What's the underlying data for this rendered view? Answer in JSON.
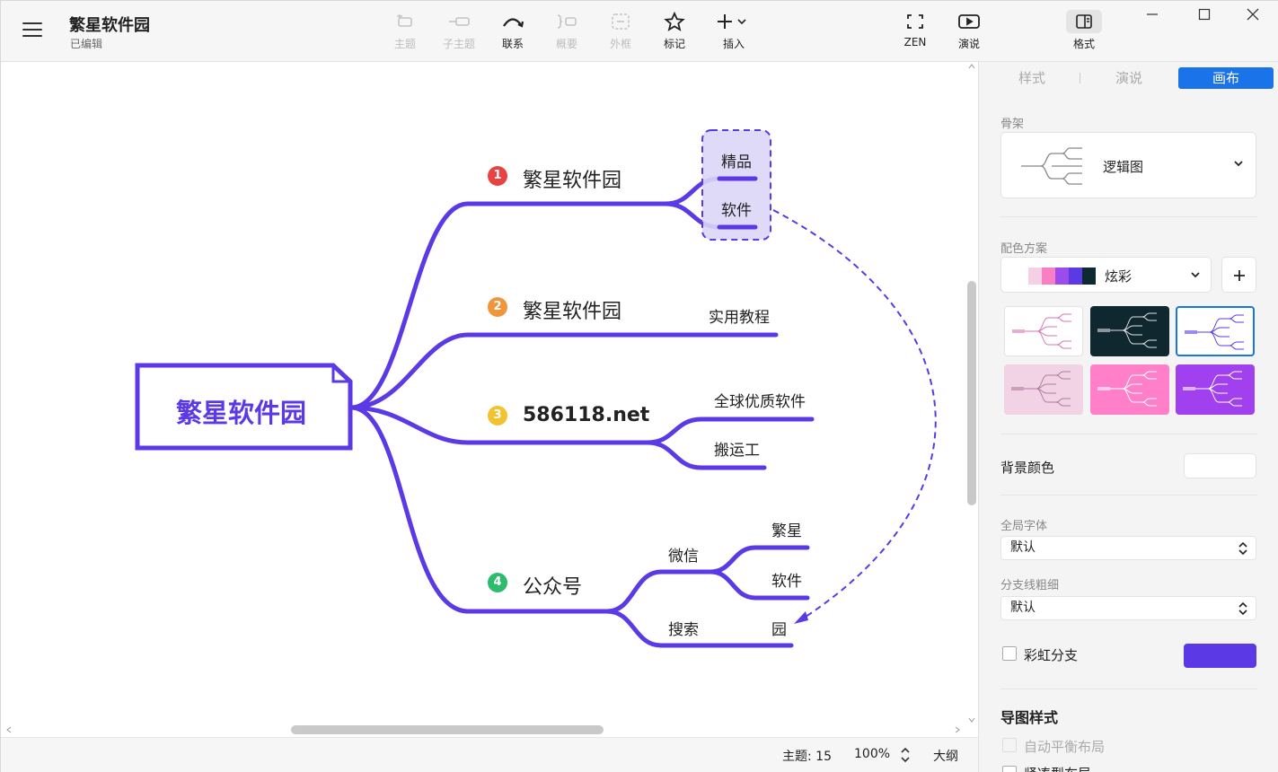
{
  "header": {
    "title": "繁星软件园",
    "subtitle": "已编辑"
  },
  "toolbar": {
    "items": [
      {
        "label": "主题",
        "icon": "topic-icon",
        "enabled": false
      },
      {
        "label": "子主题",
        "icon": "subtopic-icon",
        "enabled": false
      },
      {
        "label": "联系",
        "icon": "relationship-icon",
        "enabled": true
      },
      {
        "label": "概要",
        "icon": "summary-icon",
        "enabled": false
      },
      {
        "label": "外框",
        "icon": "boundary-icon",
        "enabled": false
      },
      {
        "label": "标记",
        "icon": "star-icon",
        "enabled": true
      },
      {
        "label": "插入",
        "icon": "plus-icon",
        "enabled": true
      },
      {
        "label": "ZEN",
        "icon": "zen-icon",
        "enabled": true
      },
      {
        "label": "演说",
        "icon": "present-icon",
        "enabled": true
      },
      {
        "label": "格式",
        "icon": "format-panel-icon",
        "enabled": true
      }
    ]
  },
  "mindmap": {
    "root": "繁星软件园",
    "branches": [
      {
        "badge": "1",
        "badge_color": "#e84343",
        "label": "繁星软件园",
        "children": [
          "精品",
          "软件"
        ]
      },
      {
        "badge": "2",
        "badge_color": "#f0953b",
        "label": "繁星软件园",
        "children": [
          "实用教程"
        ]
      },
      {
        "badge": "3",
        "badge_color": "#f2c230",
        "label": "586118.net",
        "children": [
          "全球优质软件",
          "搬运工"
        ]
      },
      {
        "badge": "4",
        "badge_color": "#2dbb6e",
        "label": "公众号",
        "children": [
          {
            "label": "微信",
            "children": [
              "繁星",
              "软件"
            ]
          },
          {
            "label": "搜索",
            "children": [
              "园"
            ]
          }
        ]
      }
    ],
    "branch_color": "#5b3ae6",
    "boundary_fill": "#dcd6f7"
  },
  "status": {
    "topics": "主题: 15",
    "zoom": "100%",
    "outline": "大纲"
  },
  "panel": {
    "tabs": [
      "样式",
      "演说",
      "画布"
    ],
    "active_tab": "画布",
    "skeleton_label": "骨架",
    "skeleton_value": "逻辑图",
    "color_scheme_label": "配色方案",
    "color_scheme_value": "炫彩",
    "color_scheme_swatches": [
      "#f3d0e4",
      "#f77fc2",
      "#9b4cea",
      "#5b3ae6",
      "#0d2a33"
    ],
    "theme_thumbs": [
      {
        "bg": "#ffffff",
        "line": "#d977b3"
      },
      {
        "bg": "#0f2830",
        "line": "#e0e0e0"
      },
      {
        "bg": "#ffffff",
        "line": "#5b3ae6"
      },
      {
        "bg": "#f2d3e6",
        "line": "#b07ba0"
      },
      {
        "bg": "#ff80c8",
        "line": "#ffffff"
      },
      {
        "bg": "#a040ee",
        "line": "#ffffff"
      }
    ],
    "bg_color_label": "背景颜色",
    "global_font_label": "全局字体",
    "global_font_value": "默认",
    "branch_width_label": "分支线粗细",
    "branch_width_value": "默认",
    "rainbow_label": "彩虹分支",
    "rainbow_color": "#5b3ae6",
    "map_style_label": "导图样式",
    "auto_balance_label": "自动平衡布局",
    "compact_label": "紧凑型布局"
  }
}
